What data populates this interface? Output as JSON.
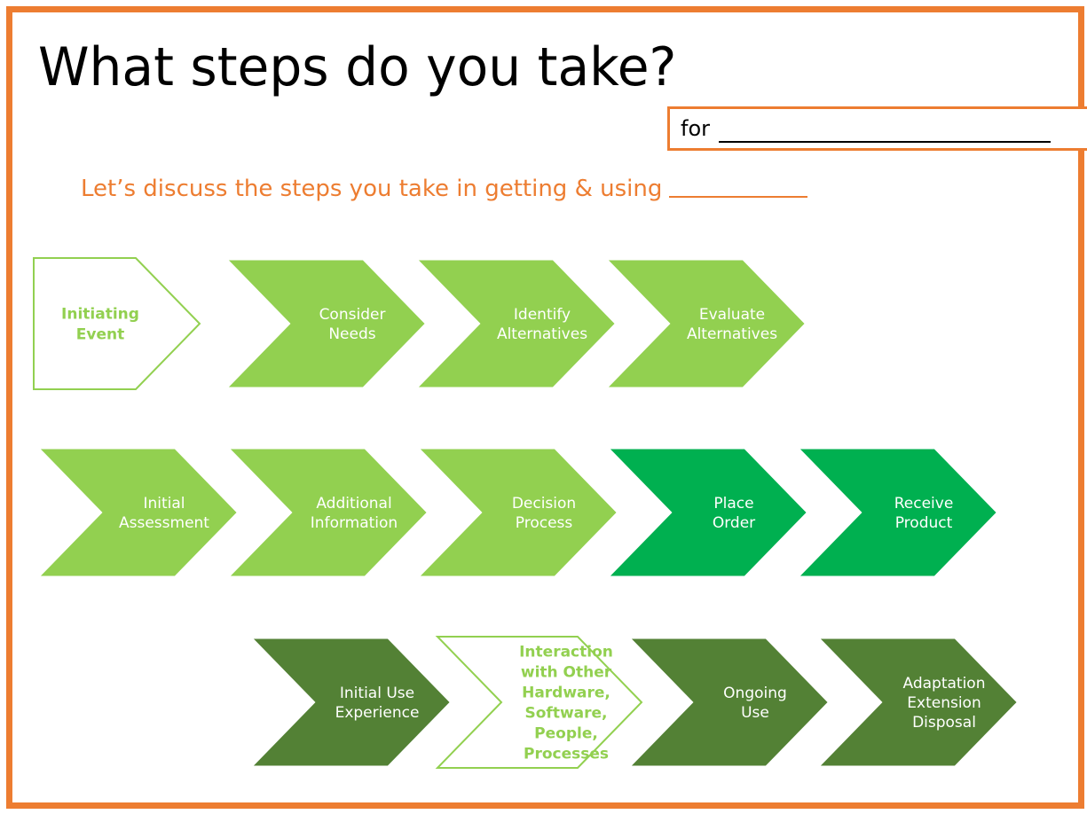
{
  "slide": {
    "title": "What steps do you take?",
    "for_label": "for",
    "subtitle": "Let’s discuss the steps you take in getting & using",
    "frame_color": "#ED7D31"
  },
  "colors": {
    "light_green": "#92D050",
    "mid_green": "#00B050",
    "dark_green": "#538135",
    "outline_white": "#FFFFFF",
    "accent_orange": "#ED7D31"
  },
  "rows": [
    {
      "name": "row-acquisition-research",
      "steps": [
        {
          "id": "initiating-event",
          "lines": [
            "Initiating",
            "Event"
          ],
          "style": "outlined",
          "shape": "pentagon"
        },
        {
          "id": "consider-needs",
          "lines": [
            "Consider",
            "Needs"
          ],
          "style": "light_green",
          "shape": "chevron"
        },
        {
          "id": "identify-alternatives",
          "lines": [
            "Identify",
            "Alternatives"
          ],
          "style": "light_green",
          "shape": "chevron"
        },
        {
          "id": "evaluate-alternatives",
          "lines": [
            "Evaluate",
            "Alternatives"
          ],
          "style": "light_green",
          "shape": "chevron"
        }
      ]
    },
    {
      "name": "row-purchase",
      "steps": [
        {
          "id": "initial-assessment",
          "lines": [
            "Initial",
            "Assessment"
          ],
          "style": "light_green",
          "shape": "chevron"
        },
        {
          "id": "additional-information",
          "lines": [
            "Additional",
            "Information"
          ],
          "style": "light_green",
          "shape": "chevron"
        },
        {
          "id": "decision-process",
          "lines": [
            "Decision",
            "Process"
          ],
          "style": "light_green",
          "shape": "chevron"
        },
        {
          "id": "place-order",
          "lines": [
            "Place",
            "Order"
          ],
          "style": "mid_green",
          "shape": "chevron"
        },
        {
          "id": "receive-product",
          "lines": [
            "Receive",
            "Product"
          ],
          "style": "mid_green",
          "shape": "chevron"
        }
      ]
    },
    {
      "name": "row-usage",
      "steps": [
        {
          "id": "initial-use-experience",
          "lines": [
            "Initial Use",
            "Experience"
          ],
          "style": "dark_green",
          "shape": "chevron"
        },
        {
          "id": "interaction-with-other",
          "lines": [
            "Interaction",
            "with Other",
            "Hardware,",
            "Software,",
            "People,",
            "Processes"
          ],
          "style": "outlined",
          "shape": "chevron"
        },
        {
          "id": "ongoing-use",
          "lines": [
            "Ongoing",
            "Use"
          ],
          "style": "dark_green",
          "shape": "chevron"
        },
        {
          "id": "adaptation-extension-disposal",
          "lines": [
            "Adaptation",
            "Extension",
            "Disposal"
          ],
          "style": "dark_green",
          "shape": "chevron"
        }
      ]
    }
  ]
}
